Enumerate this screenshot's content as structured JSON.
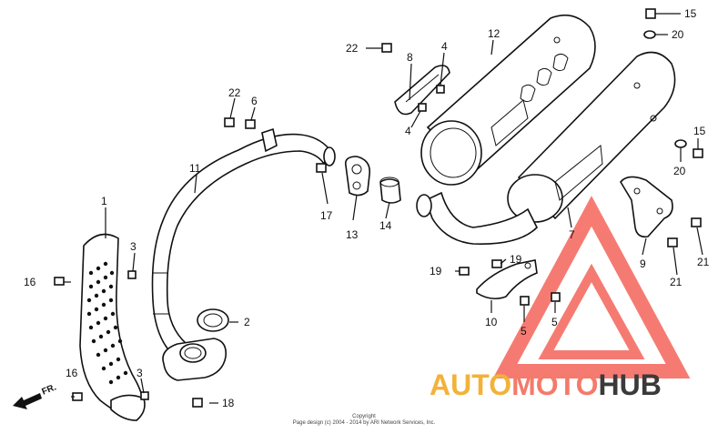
{
  "labels": [
    "1",
    "2",
    "3",
    "3",
    "4",
    "4",
    "5",
    "5",
    "6",
    "7",
    "8",
    "9",
    "10",
    "11",
    "12",
    "13",
    "14",
    "15",
    "15",
    "16",
    "16",
    "17",
    "18",
    "19",
    "19",
    "20",
    "20",
    "21",
    "21",
    "22",
    "22"
  ],
  "direction": "FR.",
  "footer": {
    "line1": "Copyright",
    "line2": "Page design (c) 2004 - 2014 by ARI Network Services, Inc."
  },
  "watermark": {
    "part1": "AUTO",
    "part2": "MOTO",
    "part3": "HUB",
    "colors": {
      "auto": "#f2b23a",
      "moto": "#f47a6a",
      "hub": "#3a3a3a",
      "triangle": "#f4655a"
    }
  }
}
